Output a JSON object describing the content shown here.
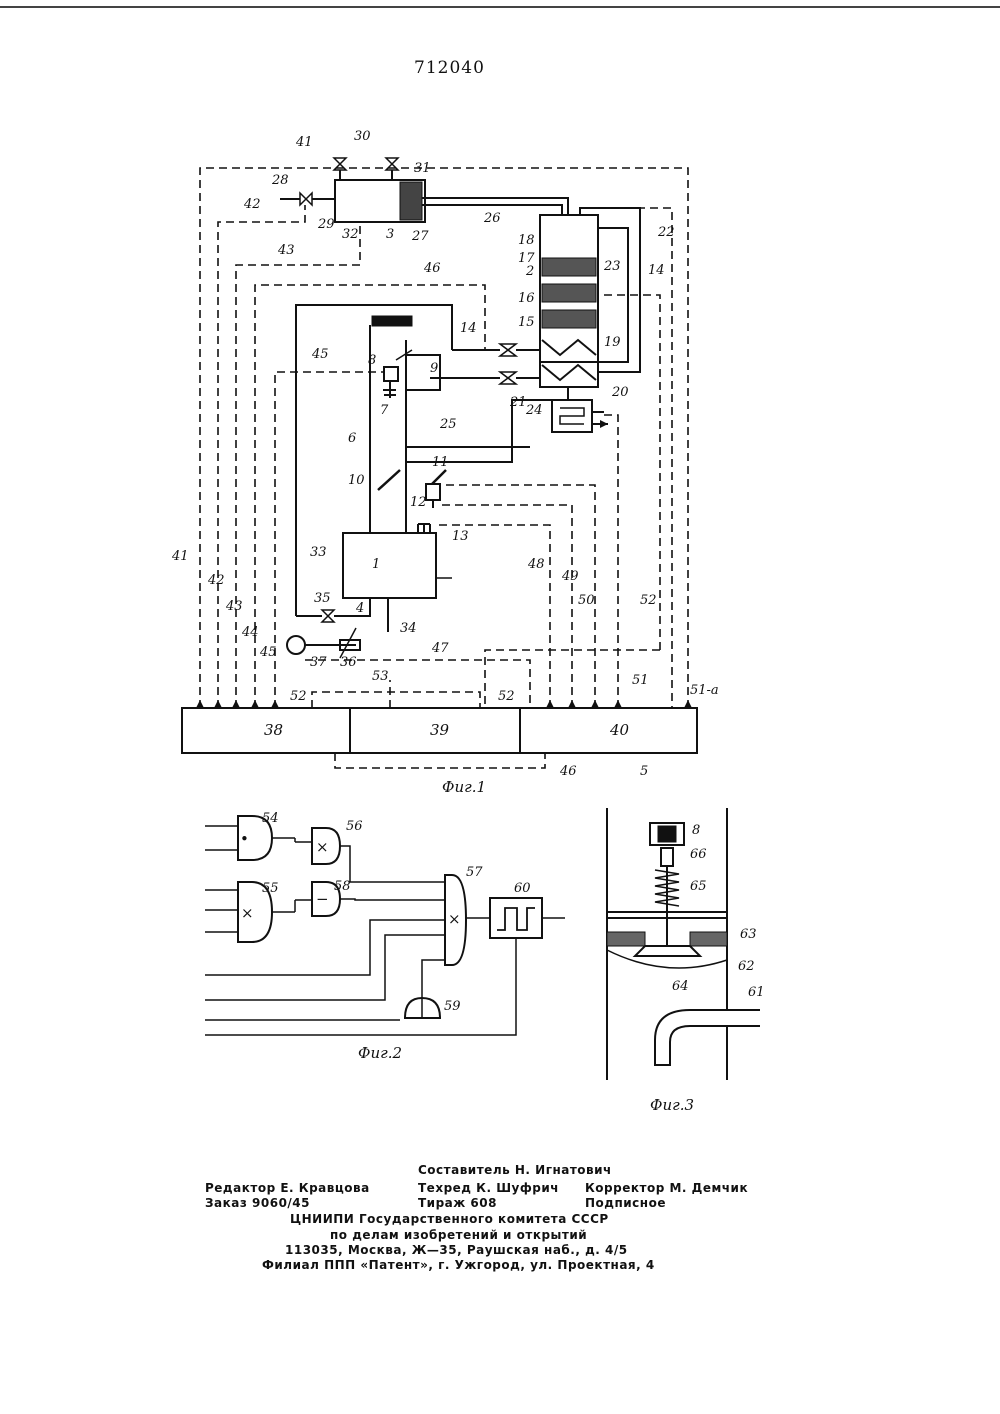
{
  "patent_number": "712040",
  "labels": {
    "n1": "1",
    "n2": "2",
    "n3": "3",
    "n4": "4",
    "n5": "5",
    "n6": "6",
    "n7": "7",
    "n8": "8",
    "n9": "9",
    "n10": "10",
    "n11": "11",
    "n12": "12",
    "n13": "13",
    "n14": "14",
    "n14b": "14",
    "n15": "15",
    "n16": "16",
    "n17": "17",
    "n18": "18",
    "n19": "19",
    "n20": "20",
    "n21": "21",
    "n22": "22",
    "n23": "23",
    "n24": "24",
    "n25": "25",
    "n26": "26",
    "n27": "27",
    "n28": "28",
    "n29": "29",
    "n30": "30",
    "n31": "31",
    "n32": "32",
    "n33": "33",
    "n34": "34",
    "n35": "35",
    "n36": "36",
    "n37": "37",
    "n38": "38",
    "n39": "39",
    "n40": "40",
    "n41": "41",
    "n41b": "41",
    "n42": "42",
    "n42b": "42",
    "n43": "43",
    "n43b": "43",
    "n44": "44",
    "n45": "45",
    "n45b": "45",
    "n46": "46",
    "n46b": "46",
    "n47": "47",
    "n48": "48",
    "n49": "49",
    "n50": "50",
    "n51": "51",
    "n51a": "51-a",
    "n52": "52",
    "n52b": "52",
    "n52c": "52",
    "n53": "53",
    "n54": "54",
    "n55": "55",
    "n56": "56",
    "n57": "57",
    "n58": "58",
    "n59": "59",
    "n60": "60",
    "n61": "61",
    "n62": "62",
    "n63": "63",
    "n64": "64",
    "n65": "65",
    "n66": "66",
    "n8b": "8"
  },
  "gate_symbols": {
    "and1": "•",
    "mul": "×",
    "minus": "−",
    "mul2": "×"
  },
  "captions": {
    "fig1": "Фиг.1",
    "fig2": "Фиг.2",
    "fig3": "Фиг.3"
  },
  "imprint": {
    "composer": "Составитель Н. Игнатович",
    "editor": "Редактор Е. Кравцова",
    "techred": "Техред К. Шуфрич",
    "corrector": "Корректор М. Демчик",
    "order": "Заказ 9060/45",
    "circulation": "Тираж 608",
    "subscription": "Подписное",
    "org": "ЦНИИПИ Государственного комитета СССР",
    "org2": "по делам изобретений и открытий",
    "address": "113035, Москва, Ж—35, Раушская наб., д. 4/5",
    "branch": "Филиал ППП «Патент», г. Ужгород, ул. Проектная, 4"
  }
}
